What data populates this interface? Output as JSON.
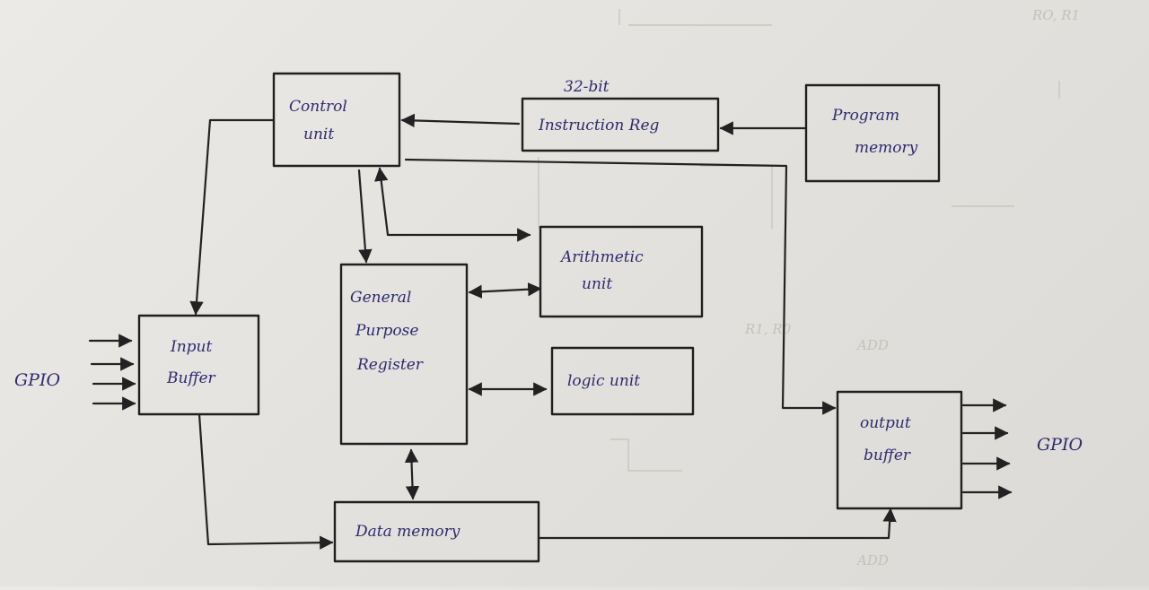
{
  "diagram": {
    "blocks": {
      "control_unit": [
        "Control",
        "unit"
      ],
      "instruction_reg": [
        "Instruction Reg"
      ],
      "program_memory": [
        "Program",
        "memory"
      ],
      "input_buffer": [
        "Input",
        "Buffer"
      ],
      "gpr": [
        "General",
        "Purpose",
        "Register"
      ],
      "arithmetic_unit": [
        "Arithmetic",
        "unit"
      ],
      "logic_unit": [
        "logic unit"
      ],
      "data_memory": [
        "Data memory"
      ],
      "output_buffer": [
        "output",
        "buffer"
      ]
    },
    "annotations": {
      "bit_width": "32-bit",
      "gpio_in": "GPIO",
      "gpio_out": "GPIO"
    },
    "colors": {
      "ink": "#2d2b6e",
      "pen": "#1f1f1f",
      "paper": "#e6e4e0"
    }
  }
}
